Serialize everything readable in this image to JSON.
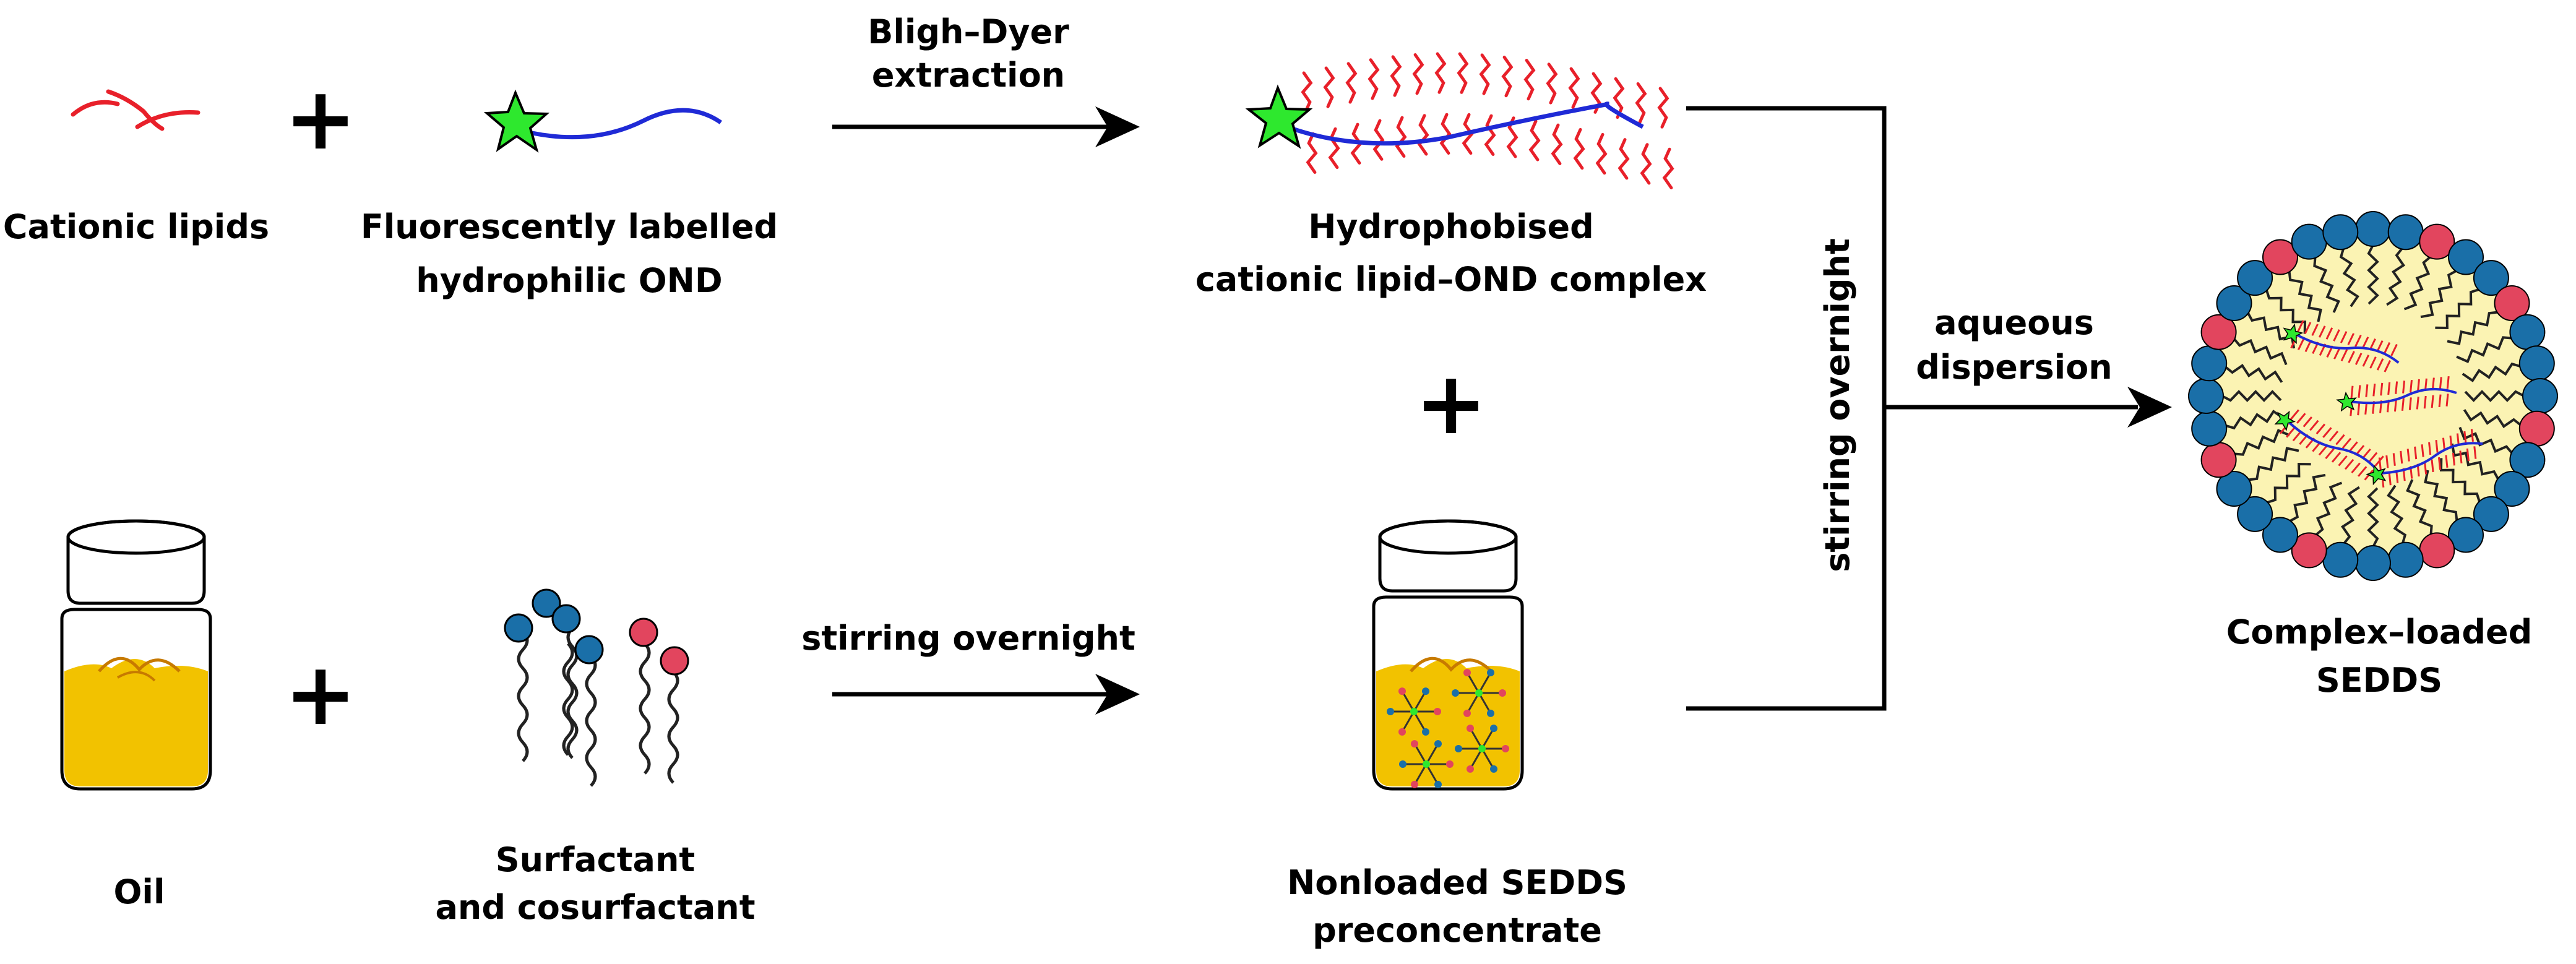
{
  "labels": {
    "cationic_lipids": "Cationic lipids",
    "ond_line1": "Fluorescently labelled",
    "ond_line2": "hydrophilic OND",
    "extraction_line1": "Bligh–Dyer",
    "extraction_line2": "extraction",
    "complex_line1": "Hydrophobised",
    "complex_line2": "cationic lipid–OND complex",
    "oil": "Oil",
    "surfactant_line1": "Surfactant",
    "surfactant_line2": "and cosurfactant",
    "stirring_bottom": "stirring overnight",
    "preconc_line1": "Nonloaded SEDDS",
    "preconc_line2": "preconcentrate",
    "stirring_vertical": "stirring overnight",
    "dispersion_line1": "aqueous",
    "dispersion_line2": "dispersion",
    "result_line1": "Complex–loaded",
    "result_line2": "SEDDS",
    "plus": "+"
  },
  "colors": {
    "lipid": "#e8202a",
    "strand": "#1f2ad6",
    "star": "#2ee82e",
    "surfactant_head": "#1a6fa8",
    "cosurfactant_head": "#e2455e",
    "oil": "#f2c200",
    "droplet_core": "#fbf3b3",
    "glass": "#ffffff",
    "tail": "#222222"
  }
}
